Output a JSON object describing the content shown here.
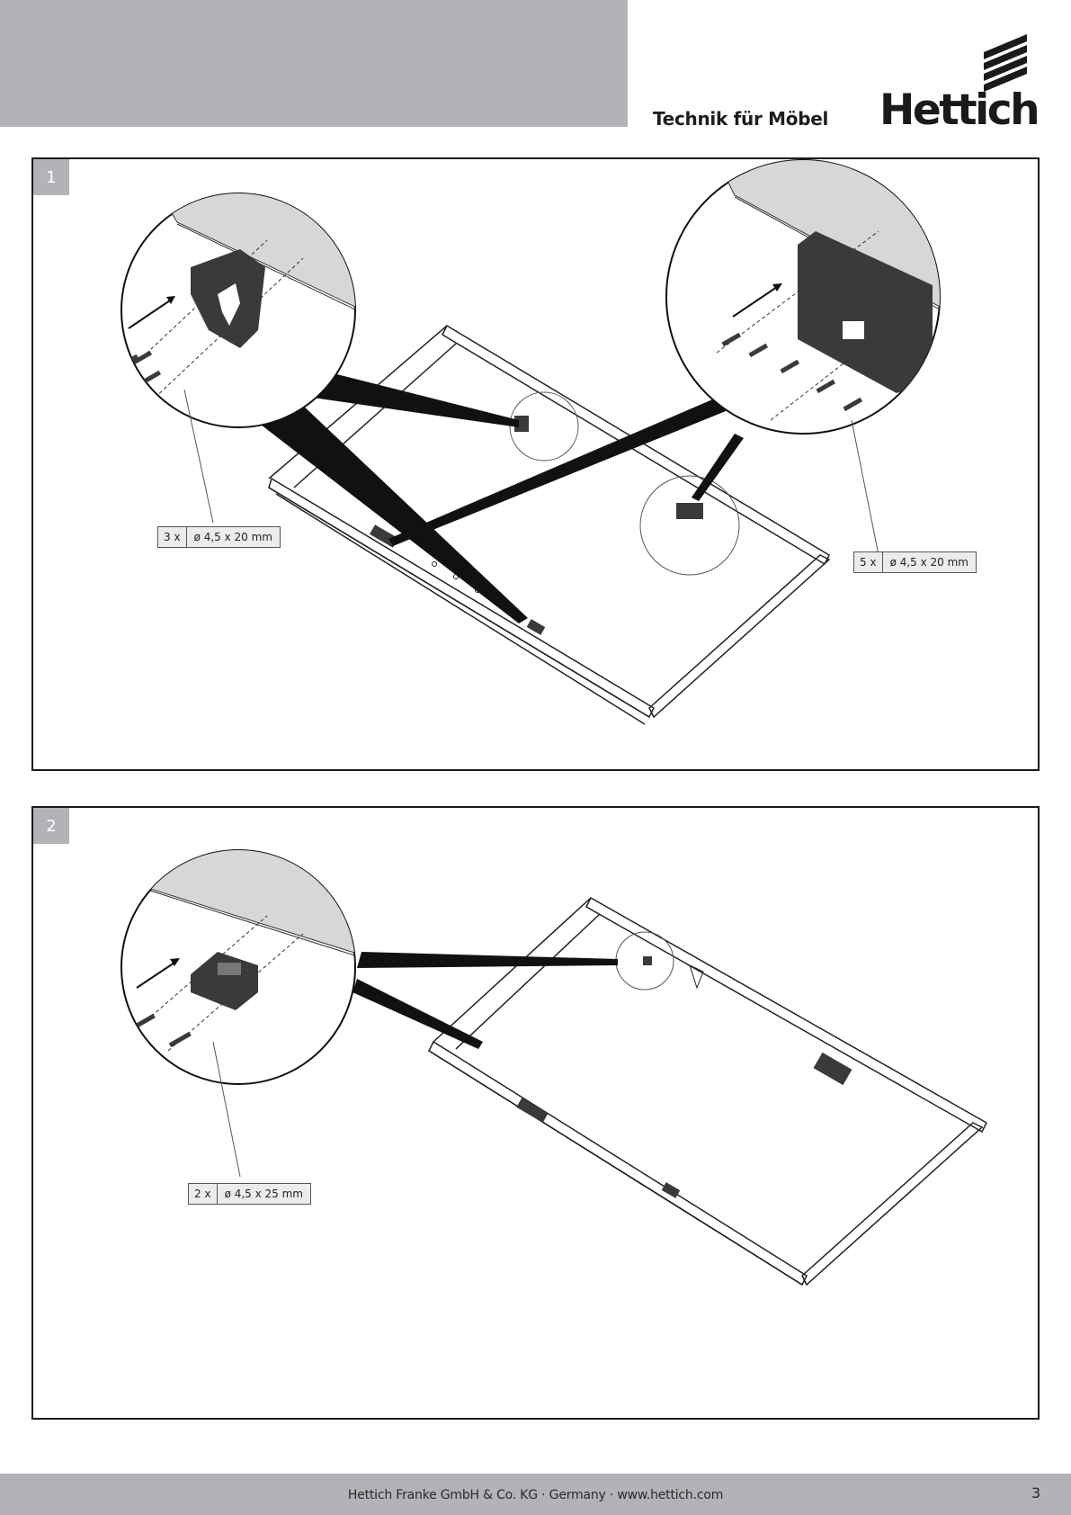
{
  "header": {
    "tagline": "Technik für Möbel",
    "logo": "Hettich"
  },
  "steps": [
    {
      "number": "1",
      "labels": [
        {
          "qty": "3 x",
          "dim": "ø 4,5 x 20 mm"
        },
        {
          "qty": "5 x",
          "dim": "ø 4,5 x 20 mm"
        }
      ]
    },
    {
      "number": "2",
      "labels": [
        {
          "qty": "2 x",
          "dim": "ø 4,5 x 25 mm"
        }
      ]
    }
  ],
  "footer": {
    "company": "Hettich Franke GmbH & Co. KG  ·  Germany  ·  www.hettich.com",
    "page_number": "3"
  },
  "colors": {
    "band_gray": "#b1b3b6",
    "panel_border": "#1a1a1a",
    "part_dark": "#3a3a3a"
  }
}
